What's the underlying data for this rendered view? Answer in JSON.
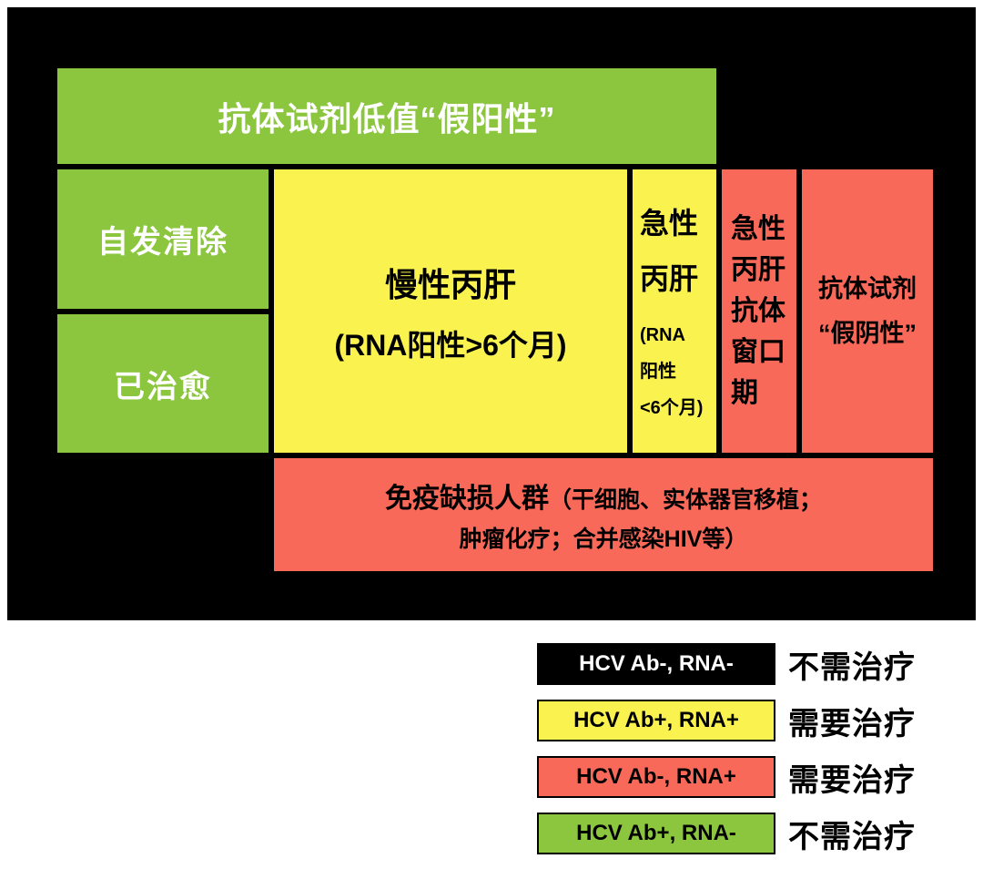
{
  "colors": {
    "backdrop": "#000000",
    "page_background": "#FFFFFF",
    "green": "#8CC63F",
    "yellow": "#FAF34F",
    "red": "#F8695A",
    "legend_black": "#000000",
    "green_text": "#FFFFFF",
    "dark_text": "#000000"
  },
  "diagram": {
    "antibody_false_positive": "抗体试剂低值“假阳性”",
    "spontaneous_clearance": "自发清除",
    "cured": "已治愈",
    "chronic_title": "慢性丙肝",
    "chronic_subtitle": "(RNA阳性>6个月)",
    "acute_title": "急性\n丙肝",
    "acute_subtitle": "(RNA\n阳性\n<6个月)",
    "acute_window": "急性\n丙肝\n抗体\n窗口\n期",
    "antibody_false_negative": "抗体试剂\n“假阴性”",
    "immunodeficient_title": "免疫缺损人群",
    "immunodeficient_rest_line1": "（干细胞、实体器官移植；",
    "immunodeficient_line2": "肿瘤化疗；合并感染HIV等）"
  },
  "legend": [
    {
      "text": "HCV Ab-, RNA-",
      "label": "不需治疗",
      "swatch_color": "#000000",
      "text_color": "#FFFFFF"
    },
    {
      "text": "HCV Ab+, RNA+",
      "label": "需要治疗",
      "swatch_color": "#FAF34F",
      "text_color": "#000000"
    },
    {
      "text": "HCV Ab-, RNA+",
      "label": "需要治疗",
      "swatch_color": "#F8695A",
      "text_color": "#000000"
    },
    {
      "text": "HCV Ab+, RNA-",
      "label": "不需治疗",
      "swatch_color": "#8CC63F",
      "text_color": "#000000"
    }
  ]
}
